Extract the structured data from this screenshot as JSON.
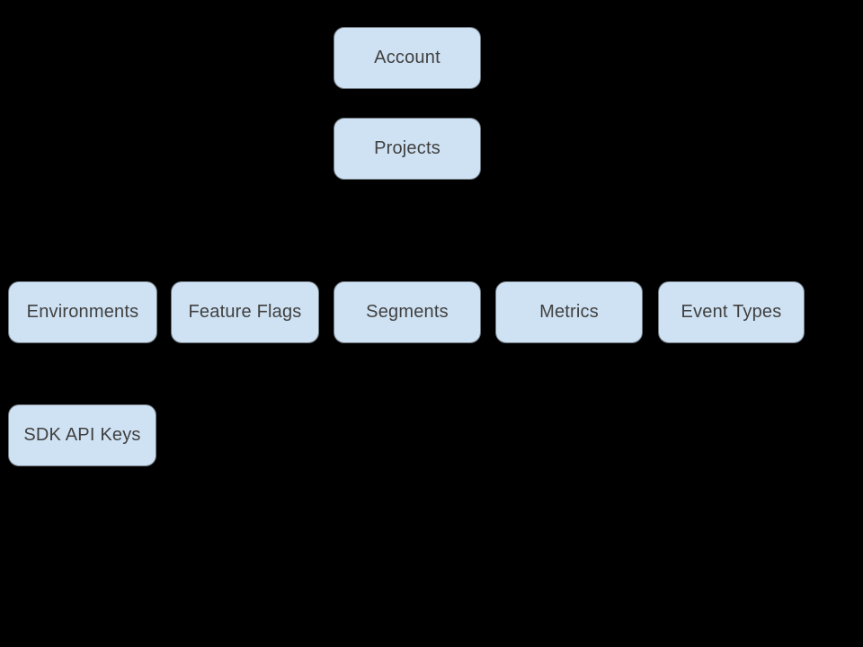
{
  "colors": {
    "background": "#000000",
    "node_fill": "#cfe2f3",
    "node_text": "#404040"
  },
  "diagram": {
    "nodes": [
      {
        "id": "account",
        "label": "Account"
      },
      {
        "id": "projects",
        "label": "Projects"
      },
      {
        "id": "environments",
        "label": "Environments"
      },
      {
        "id": "feature-flags",
        "label": "Feature Flags"
      },
      {
        "id": "segments",
        "label": "Segments"
      },
      {
        "id": "metrics",
        "label": "Metrics"
      },
      {
        "id": "event-types",
        "label": "Event Types"
      },
      {
        "id": "sdk-api-keys",
        "label": "SDK API Keys"
      }
    ]
  }
}
